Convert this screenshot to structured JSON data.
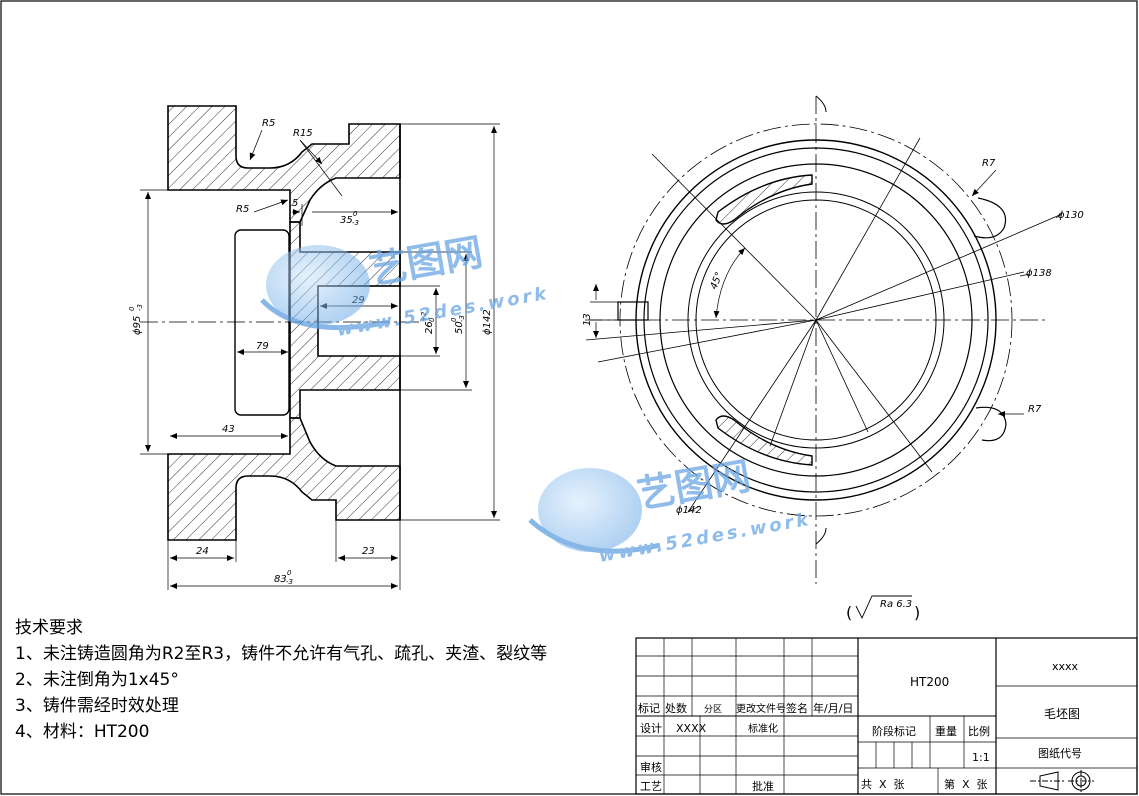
{
  "drawing": {
    "left_view_dims": {
      "r5_top": "R5",
      "r15": "R15",
      "r5_left": "R5",
      "five": "5",
      "d35": "35",
      "d35_tol": "-3",
      "d35_tol_up": "0",
      "d29": "29",
      "d79": "79",
      "d43": "43",
      "d24": "24",
      "d23": "23",
      "d83": "83",
      "d83_tol": "-3",
      "d83_tol_up": "0",
      "phi95": "ϕ95",
      "phi95_tol": "-3",
      "phi95_tol_up": "0",
      "d26": "26",
      "d26_tol": "+2",
      "d26_tol_lo": "0",
      "d50": "50",
      "d50_tol": "-3",
      "d50_tol_up": "0",
      "phi142": "ϕ142"
    },
    "right_view_dims": {
      "r7_top": "R7",
      "r7_bottom": "R7",
      "phi130": "ϕ130",
      "phi138": "ϕ138",
      "phi142": "ϕ142",
      "angle45": "45°",
      "d13": "13"
    },
    "roughness": {
      "open": "(",
      "value": "Ra 6.3",
      "close": ")"
    }
  },
  "notes": {
    "heading": "技术要求",
    "items": [
      "1、未注铸造圆角为R2至R3，铸件不允许有气孔、疏孔、夹渣、裂纹等",
      "2、未注倒角为1x45°",
      "3、铸件需经时效处理",
      "4、材料：HT200"
    ]
  },
  "title_block": {
    "material": "HT200",
    "company": "xxxx",
    "drawing_name": "毛坯图",
    "drawing_code": "图纸代号",
    "row_labels": {
      "mark": "标记",
      "count": "处数",
      "zone": "分区",
      "change_doc": "更改文件号",
      "sign": "签名",
      "date": "年/月/日"
    },
    "design": "设计",
    "designer": "XXXX",
    "standardize": "标准化",
    "review": "审核",
    "process": "工艺",
    "approve": "批准",
    "stage_mark": "阶段标记",
    "weight": "重量",
    "scale_label": "比例",
    "scale": "1:1",
    "sheets_total": "共  X  张",
    "sheet_no": "第  X  张"
  },
  "watermark": {
    "brand": "艺图网",
    "url": "www.52des.work"
  }
}
